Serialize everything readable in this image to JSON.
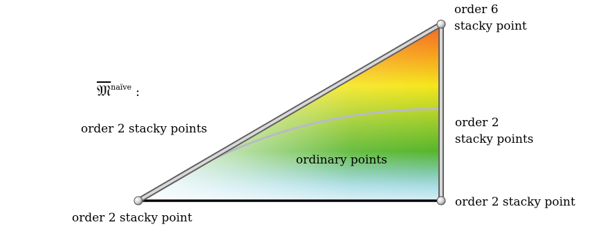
{
  "space": {
    "symbol": "𝔐",
    "superscript": "naïve",
    "colon": ":"
  },
  "labels": {
    "apex": {
      "line1": "order 6",
      "line2": "stacky point"
    },
    "hypotenuse": "order 2 stacky points",
    "right_edge": {
      "line1": "order 2",
      "line2": "stacky points"
    },
    "interior": "ordinary points",
    "bottom_left": "order 2 stacky point",
    "bottom_right": "order 2 stacky point"
  },
  "colors": {
    "edge": "#8a8a8a",
    "base_edge": "#000000",
    "curve": "#b9b9c8",
    "gradient_top": "#f26522",
    "gradient_yellow": "#f5e61a",
    "gradient_green": "#55b52a",
    "gradient_cyan": "#a9dde6"
  }
}
